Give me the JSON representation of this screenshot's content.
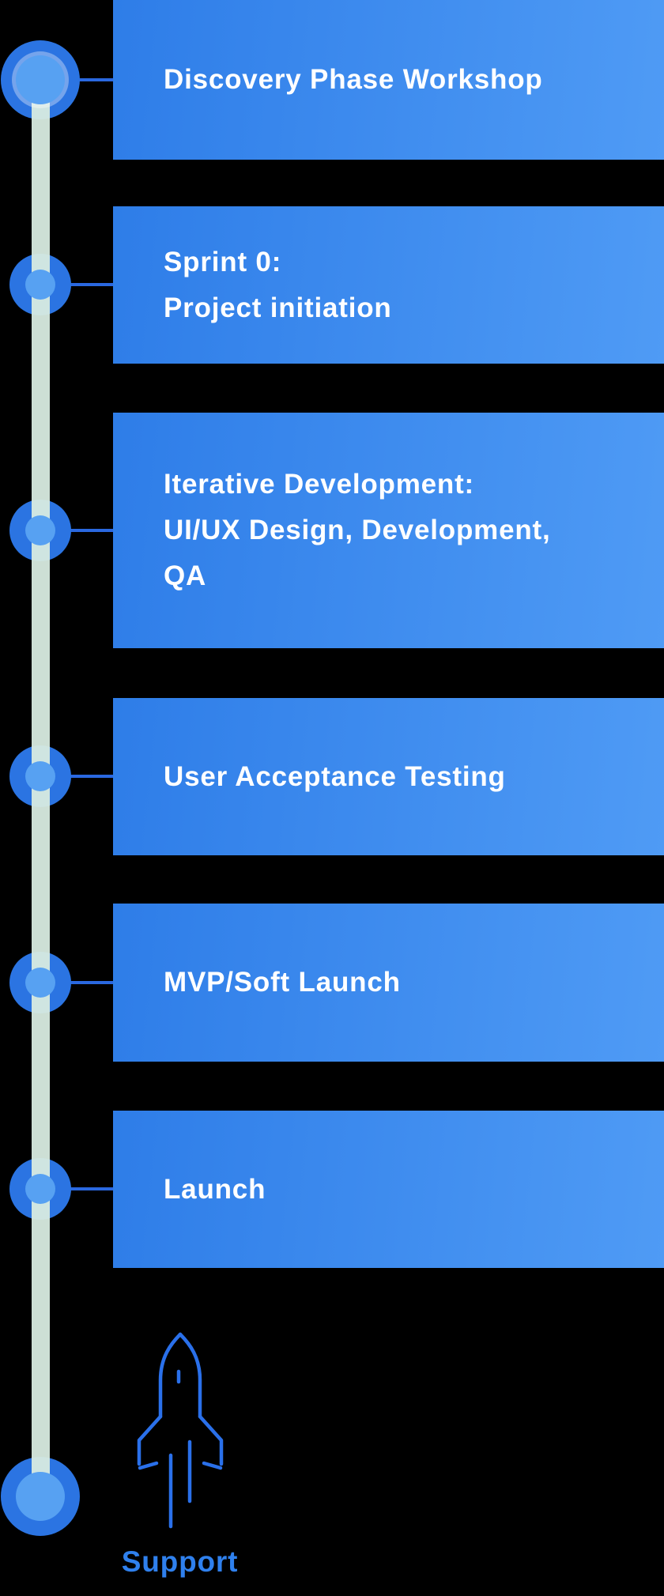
{
  "timeline": {
    "stages": [
      "Discovery Phase Workshop",
      "Sprint 0: Project initiation",
      "Iterative Development: UI/UX Design, Development, QA",
      "User Acceptance Testing",
      "MVP/Soft Launch",
      "Launch",
      "Support"
    ]
  },
  "cards": [
    {
      "lines": [
        "Discovery Phase Workshop"
      ]
    },
    {
      "lines": [
        "Sprint 0:",
        "Project initiation"
      ]
    },
    {
      "lines": [
        "Iterative Development:",
        "UI/UX Design, Development,",
        "QA"
      ]
    },
    {
      "lines": [
        "User Acceptance Testing"
      ]
    },
    {
      "lines": [
        "MVP/Soft Launch"
      ]
    },
    {
      "lines": [
        "Launch"
      ]
    }
  ],
  "support": {
    "label": "Support",
    "icon": "rocket-icon"
  },
  "colors": {
    "background": "#000000",
    "card_gradient_start": "#2e7de8",
    "card_gradient_end": "#4f9bf5",
    "card_text": "#ffffff",
    "spine_mint": "#d8ebe0",
    "node_outer_blue": "#2b74e2",
    "node_inner_blue": "#57a1f2",
    "connector_blue": "#2a68e0",
    "rocket_stroke": "#2a70ea",
    "support_text": "#2f80ed"
  }
}
